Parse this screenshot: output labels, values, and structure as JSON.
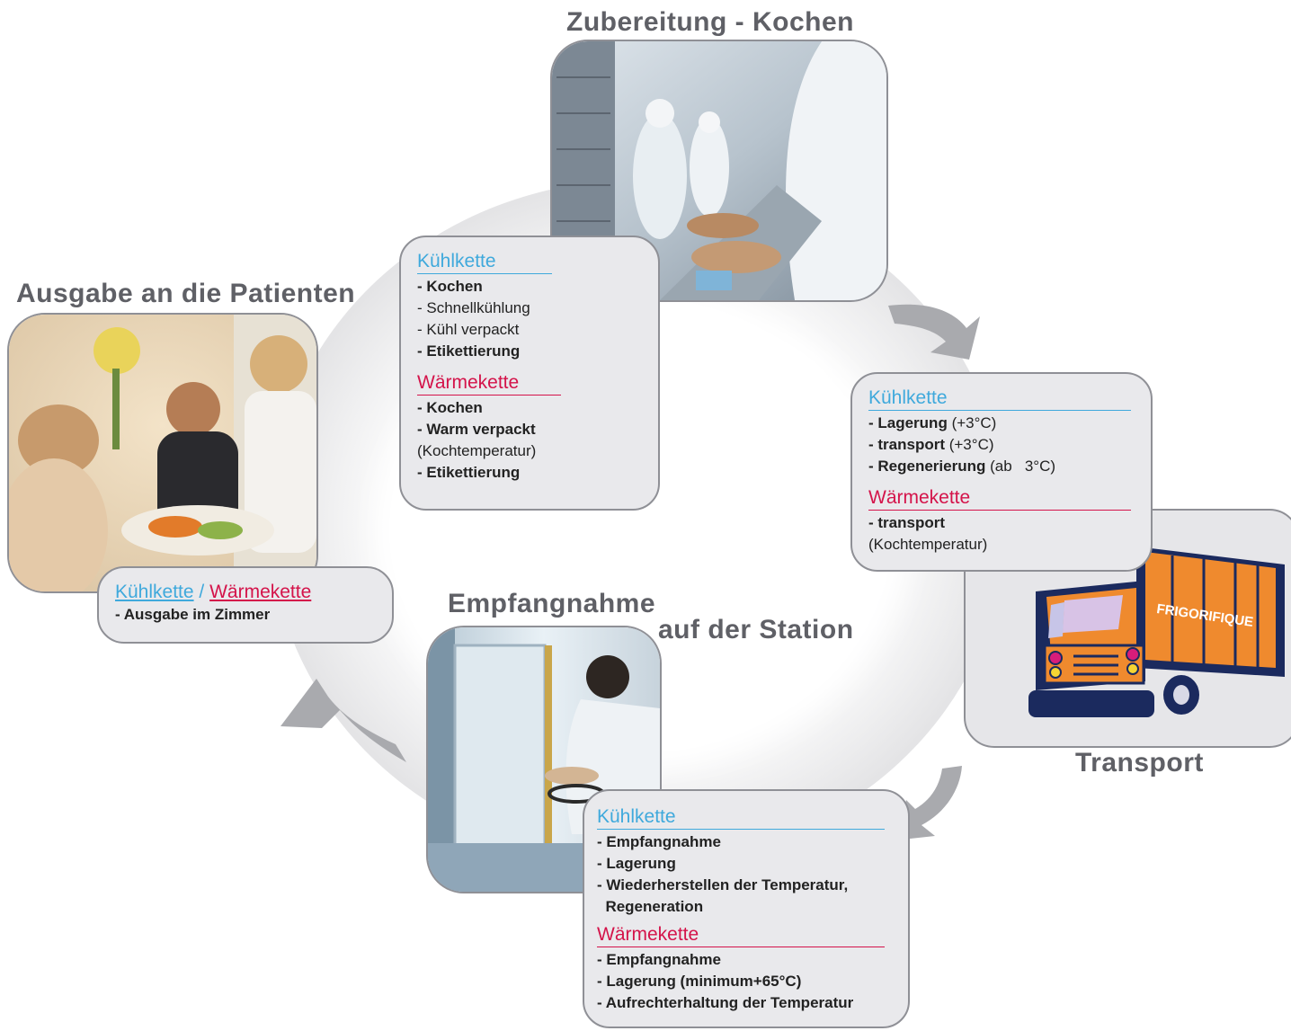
{
  "titles": {
    "cooking": "Zubereitung - Kochen",
    "patients": "Ausgabe an die Patienten",
    "reception_line1": "Empfangnahme",
    "reception_line2": "auf der Station",
    "transport": "Transport"
  },
  "truck": {
    "label": "FRIGORIFIQUE"
  },
  "colors": {
    "cool": "#3fa9dc",
    "warm": "#d4134a",
    "title": "#5f6066",
    "box_bg": "#e9e9ec"
  },
  "box_cooking": {
    "cool_heading": "Kühlkette",
    "cool_items": [
      {
        "bold": "- Kochen",
        "normal": ""
      },
      {
        "bold": "",
        "normal": "- Schnellkühlung"
      },
      {
        "bold": "",
        "normal": "- Kühl verpackt"
      },
      {
        "bold": "- Etikettierung",
        "normal": ""
      }
    ],
    "warm_heading": "Wärmekette",
    "warm_items": [
      {
        "bold": "- Kochen",
        "normal": ""
      },
      {
        "bold": "- Warm verpackt",
        "normal": ""
      },
      {
        "bold": "",
        "normal": "(Kochtemperatur)"
      },
      {
        "bold": "- Etikettierung",
        "normal": ""
      }
    ]
  },
  "box_transport": {
    "cool_heading": "Kühlkette",
    "cool_items": [
      {
        "bold": "- Lagerung",
        "normal": " (+3°C)"
      },
      {
        "bold": "- transport",
        "normal": " (+3°C)"
      },
      {
        "bold": "- Regenerierung",
        "normal": " (ab   3°C)"
      }
    ],
    "warm_heading": "Wärmekette",
    "warm_items": [
      {
        "bold": "- transport",
        "normal": ""
      },
      {
        "bold": "",
        "normal": "(Kochtemperatur)"
      }
    ]
  },
  "box_reception": {
    "cool_heading": "Kühlkette",
    "cool_items": [
      {
        "bold": "- Empfangnahme",
        "normal": ""
      },
      {
        "bold": "- Lagerung",
        "normal": ""
      },
      {
        "bold": "- Wiederherstellen der Temperatur,",
        "normal": ""
      },
      {
        "bold": "  Regeneration",
        "normal": ""
      }
    ],
    "warm_heading": "Wärmekette",
    "warm_items": [
      {
        "bold": "- Empfangnahme",
        "normal": ""
      },
      {
        "bold": "- Lagerung (minimum+65°C)",
        "normal": ""
      },
      {
        "bold": "- Aufrechterhaltung der Temperatur",
        "normal": ""
      }
    ]
  },
  "box_patients": {
    "cool_heading": "Kühlkette",
    "separator": " / ",
    "warm_heading": "Wärmekette",
    "items": [
      {
        "bold": "- Ausgabe im Zimmer",
        "normal": ""
      }
    ]
  }
}
